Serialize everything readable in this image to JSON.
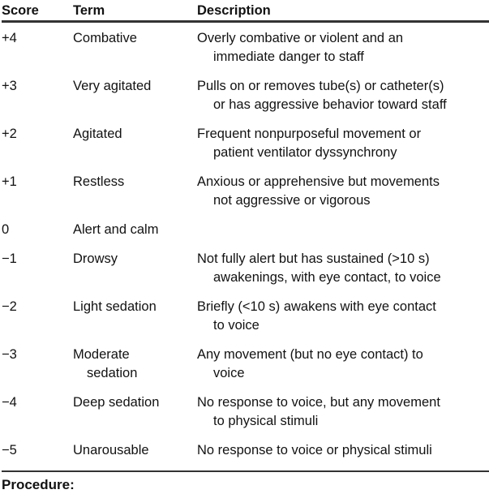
{
  "header": {
    "score": "Score",
    "term": "Term",
    "description": "Description"
  },
  "rows": [
    {
      "score": "+4",
      "term": [
        "Combative"
      ],
      "description": [
        "Overly combative or violent and an",
        "immediate danger to staff"
      ]
    },
    {
      "score": "+3",
      "term": [
        "Very agitated"
      ],
      "description": [
        "Pulls on or removes tube(s) or catheter(s)",
        "or has aggressive behavior toward staff"
      ]
    },
    {
      "score": "+2",
      "term": [
        "Agitated"
      ],
      "description": [
        "Frequent nonpurposeful movement or",
        "patient ventilator dyssynchrony"
      ]
    },
    {
      "score": "+1",
      "term": [
        "Restless"
      ],
      "description": [
        "Anxious or apprehensive but movements",
        "not aggressive or vigorous"
      ]
    },
    {
      "score": "0",
      "term": [
        "Alert and calm"
      ],
      "description": []
    },
    {
      "score": "−1",
      "term": [
        "Drowsy"
      ],
      "description": [
        "Not fully alert but has sustained (>10 s)",
        "awakenings, with eye contact, to voice"
      ]
    },
    {
      "score": "−2",
      "term": [
        "Light sedation"
      ],
      "description": [
        "Briefly (<10 s) awakens with eye contact",
        "to voice"
      ]
    },
    {
      "score": "−3",
      "term": [
        "Moderate",
        "sedation"
      ],
      "description": [
        "Any movement (but no eye contact) to",
        "voice"
      ]
    },
    {
      "score": "−4",
      "term": [
        "Deep sedation"
      ],
      "description": [
        "No response to voice, but any movement",
        "to physical stimuli"
      ]
    },
    {
      "score": "−5",
      "term": [
        "Unarousable"
      ],
      "description": [
        "No response to voice or physical stimuli"
      ]
    }
  ],
  "footer": {
    "procedure_label": "Procedure:"
  },
  "colors": {
    "text": "#121212",
    "rule": "#333333",
    "background": "#ffffff"
  }
}
